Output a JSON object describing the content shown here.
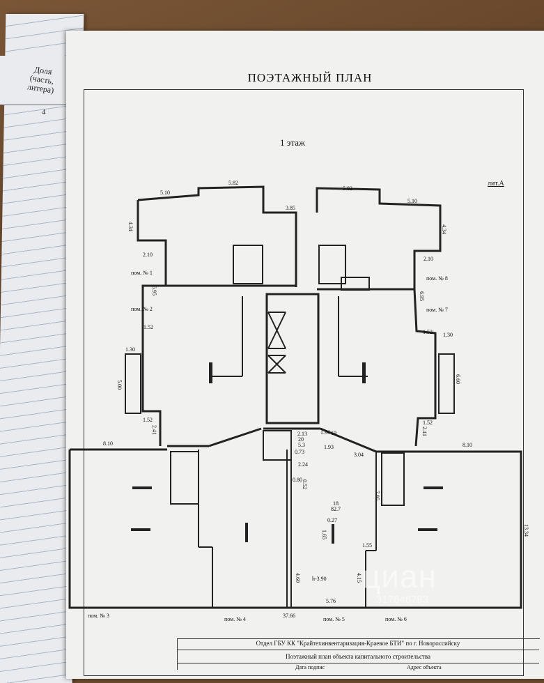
{
  "left_page": {
    "header": "Доля (часть, литера)",
    "column_num": "4"
  },
  "document": {
    "title": "ПОЭТАЖНЫЙ ПЛАН",
    "floor": "1 этаж",
    "litera": "лит.А"
  },
  "rooms": {
    "pom1": "пом. № 1",
    "pom2": "пом. № 2",
    "pom3": "пом. № 3",
    "pom4": "пом. № 4",
    "pom5": "пом. № 5",
    "pom6": "пом. № 6",
    "pom7": "пом. № 7",
    "pom8": "пом. № 8"
  },
  "dims": {
    "d582a": "5.82",
    "d582b": "5.82",
    "d510a": "5.10",
    "d510b": "5.10",
    "d385": "3.85",
    "d210a": "2.10",
    "d210b": "2.10",
    "d152a": "1.52",
    "d152b": "1.52",
    "d152c": "1.52",
    "d152d": "1.52",
    "d130a": "1.30",
    "d130b": "1.30",
    "d810a": "8.10",
    "d810b": "8.10",
    "d213": "2.13",
    "d196": "1.96",
    "d19": "19",
    "d20": "20",
    "d53": "5.3",
    "d073": "0.73",
    "d193": "1.93",
    "d224": "2.24",
    "d304": "3.04",
    "d080": "0.80",
    "d18": "18",
    "d827": "82.7",
    "d027": "0.27",
    "d155": "1.55",
    "d390": "h-3.90",
    "d576": "5.76",
    "d3766": "37.66",
    "d134": "13.34",
    "d795": "7.95",
    "d165": "1.65",
    "d460": "4.60",
    "d415": "4.15",
    "d500": "5.00",
    "d660": "6.60",
    "d695a": "6.95",
    "d695b": "6.95",
    "d241a": "2.41",
    "d241b": "2.41",
    "d434a": "4.34",
    "d434b": "4.34",
    "d052": "0.52"
  },
  "stamp": {
    "org": "Отдел ГБУ КК \"Крайтехинвентаризация-Краевое БТИ\" по г. Новороссийску",
    "doc": "Поэтажный план объекта капитального строительства",
    "col_date": "Дата подпис",
    "col_addr": "Адрес объекта"
  },
  "watermark": {
    "text": "циан",
    "id": "317646783"
  }
}
